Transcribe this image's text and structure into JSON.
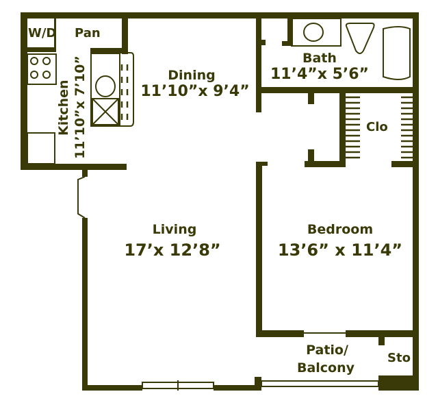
{
  "colors": {
    "wall": "#3a3a08",
    "background": "#ffffff"
  },
  "rooms": {
    "wd": {
      "label": "W/D"
    },
    "pantry": {
      "label": "Pan"
    },
    "kitchen": {
      "name": "Kitchen",
      "dims": "11’10”x 7’10”"
    },
    "dining": {
      "name": "Dining",
      "dims": "11’10”x 9’4”"
    },
    "bath": {
      "name": "Bath",
      "dims": "11’4”x 5’6”"
    },
    "closet": {
      "label": "Clo"
    },
    "living": {
      "name": "Living",
      "dims": "17’x 12’8”"
    },
    "bedroom": {
      "name": "Bedroom",
      "dims": "13’6” x 11’4”"
    },
    "patio": {
      "line1": "Patio/",
      "line2": "Balcony"
    },
    "storage": {
      "label": "Sto"
    }
  }
}
